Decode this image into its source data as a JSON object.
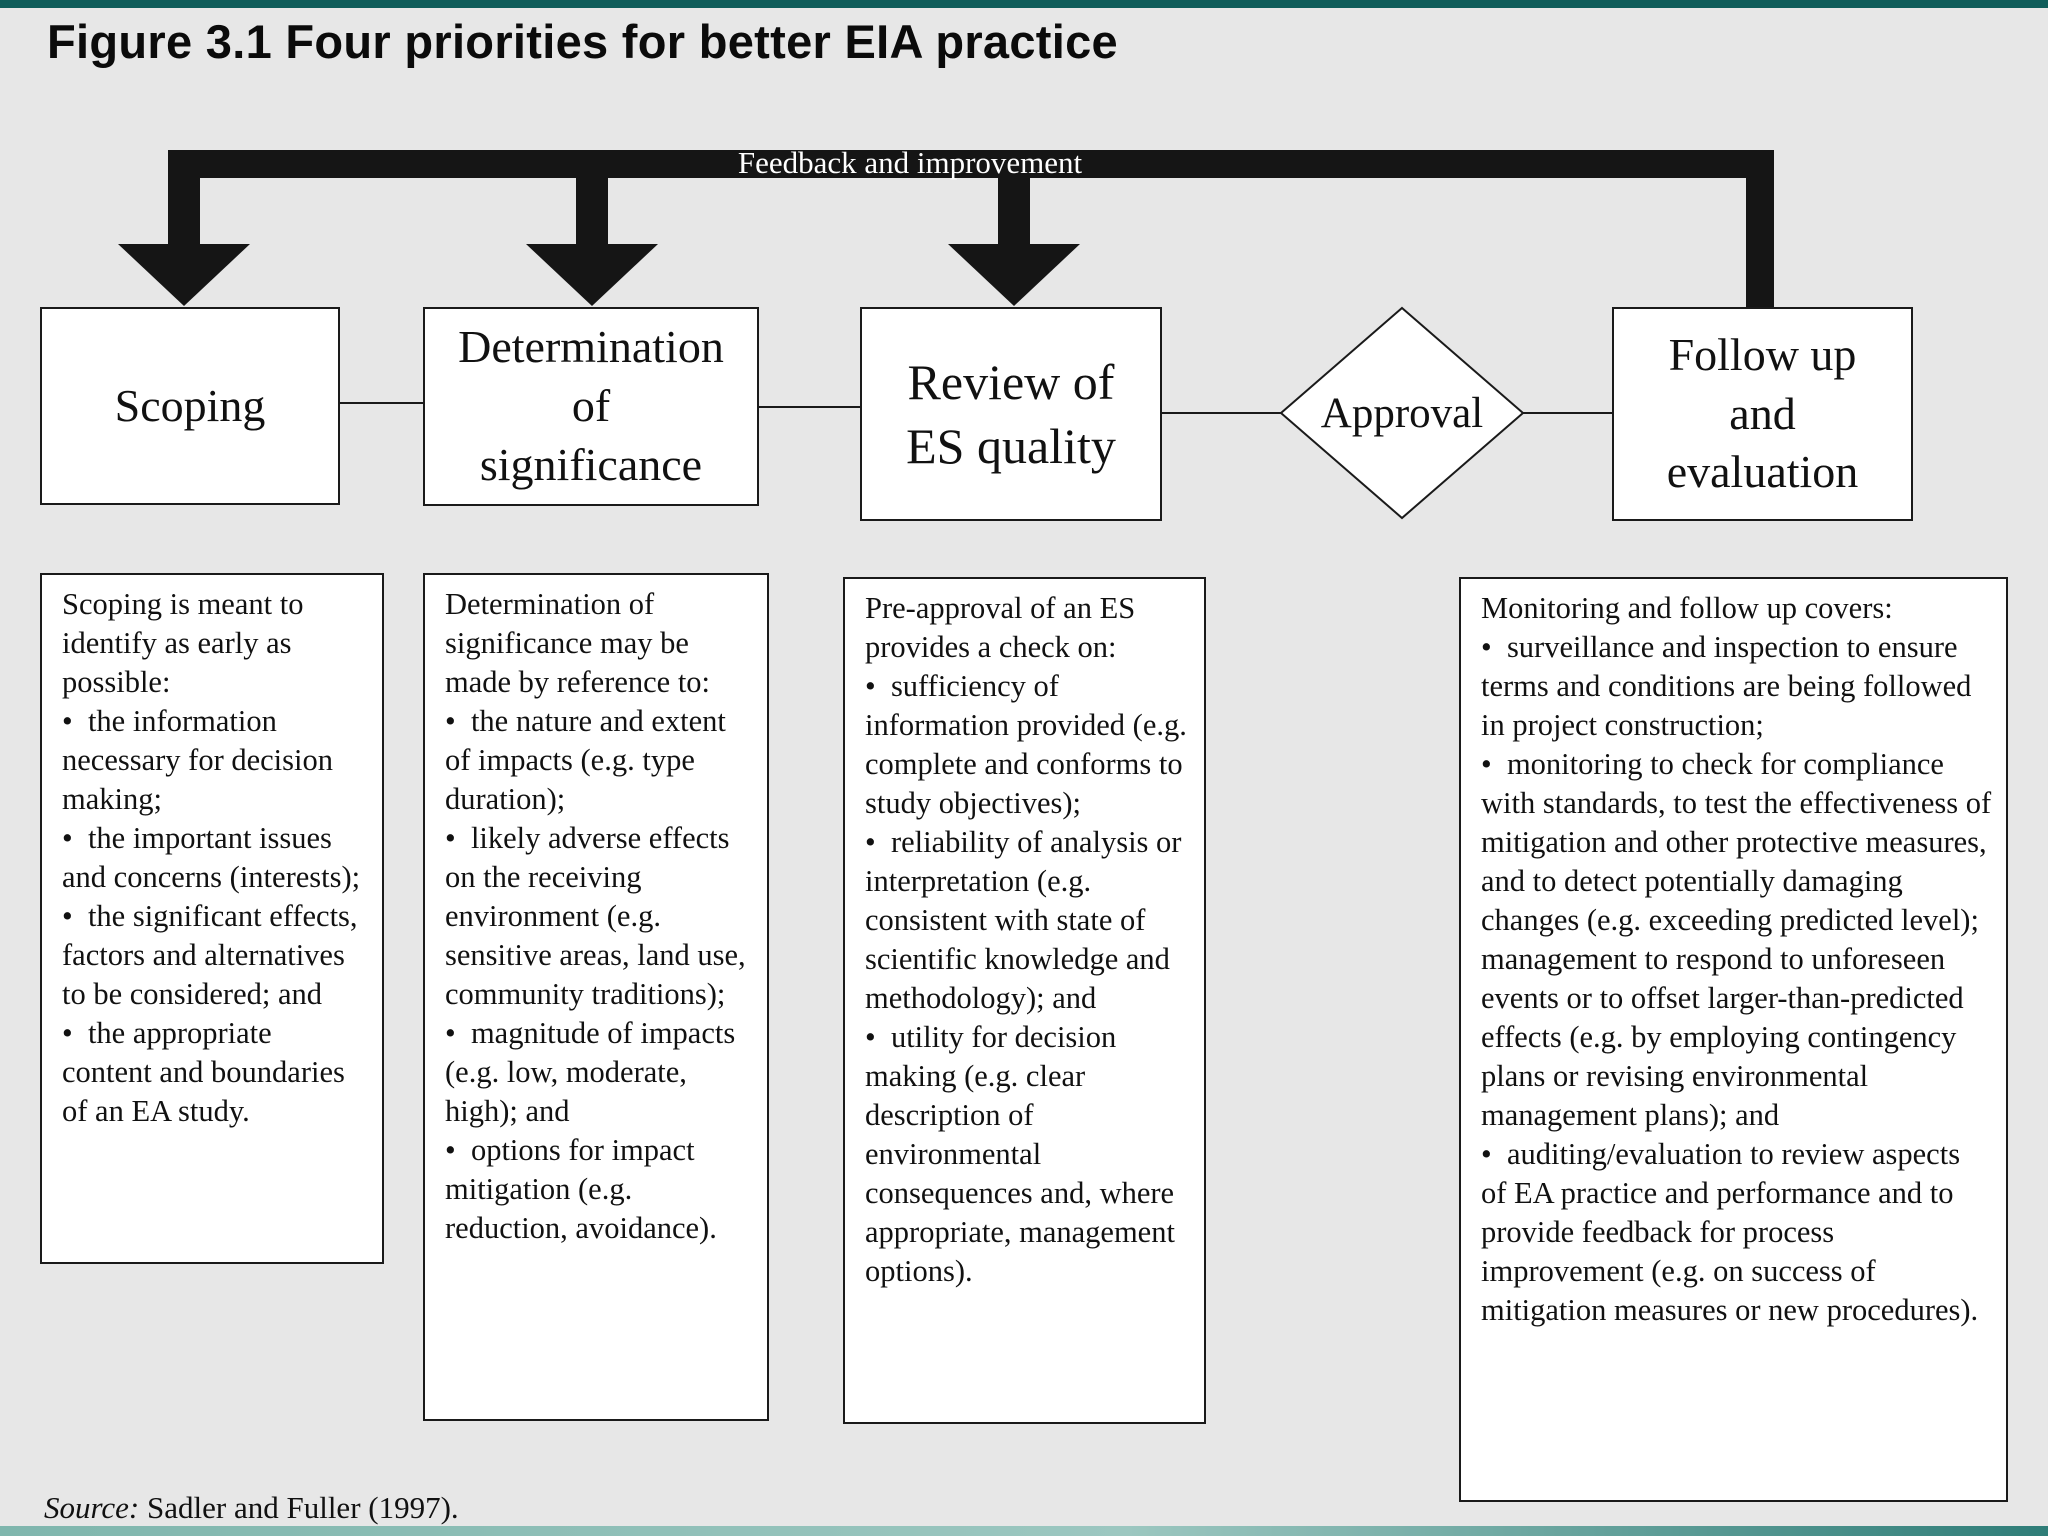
{
  "title": "Figure 3.1 Four priorities for better EIA practice",
  "feedback_label": "Feedback and improvement",
  "stages": {
    "scoping": "Scoping",
    "significance": [
      "Determination",
      "of",
      "significance"
    ],
    "review": [
      "Review of",
      "ES quality"
    ],
    "approval": "Approval",
    "follow_up": [
      "Follow up",
      "and",
      "evaluation"
    ]
  },
  "descriptions": {
    "scoping": {
      "intro": "Scoping is meant to identify as early as possible:",
      "bullets": [
        "the information necessary for decision making;",
        "the important issues and concerns (interests);",
        "the significant effects, factors and alternatives to be considered; and",
        "the appropriate content and boundaries of an EA study."
      ]
    },
    "significance": {
      "intro": "Determination of significance may be made by reference to:",
      "bullets": [
        "the nature and extent of impacts (e.g. type duration);",
        "likely adverse effects on the receiving environment (e.g. sensitive areas, land use, community traditions);",
        "magnitude of impacts (e.g. low, moderate, high); and",
        "options for impact mitigation (e.g. reduction, avoidance)."
      ]
    },
    "review": {
      "intro": "Pre-approval of an ES provides a check on:",
      "bullets": [
        "sufficiency of information provided (e.g. complete and conforms to study objectives);",
        "reliability of analysis or interpretation (e.g. consistent with state of scientific knowledge and methodology); and",
        "utility for decision making (e.g. clear description of environmental consequences and, where appropriate, management options)."
      ]
    },
    "follow_up": {
      "intro": "Monitoring and follow up covers:",
      "bullets": [
        "surveillance and inspection to ensure terms and conditions are being followed in project construction;",
        "monitoring to check for compliance with standards, to test the effectiveness of mitigation and other protective measures, and to detect potentially damaging changes (e.g. exceeding predicted level); management to respond to unforeseen events or to offset larger-than-predicted effects (e.g. by employing contingency plans or revising environmental management plans); and",
        "auditing/evaluation to review aspects of EA practice and performance and to provide feedback for process improvement (e.g. on success of mitigation measures or new procedures)."
      ]
    }
  },
  "source": {
    "label": "Source:",
    "text": "Sadler and Fuller (1997)."
  }
}
